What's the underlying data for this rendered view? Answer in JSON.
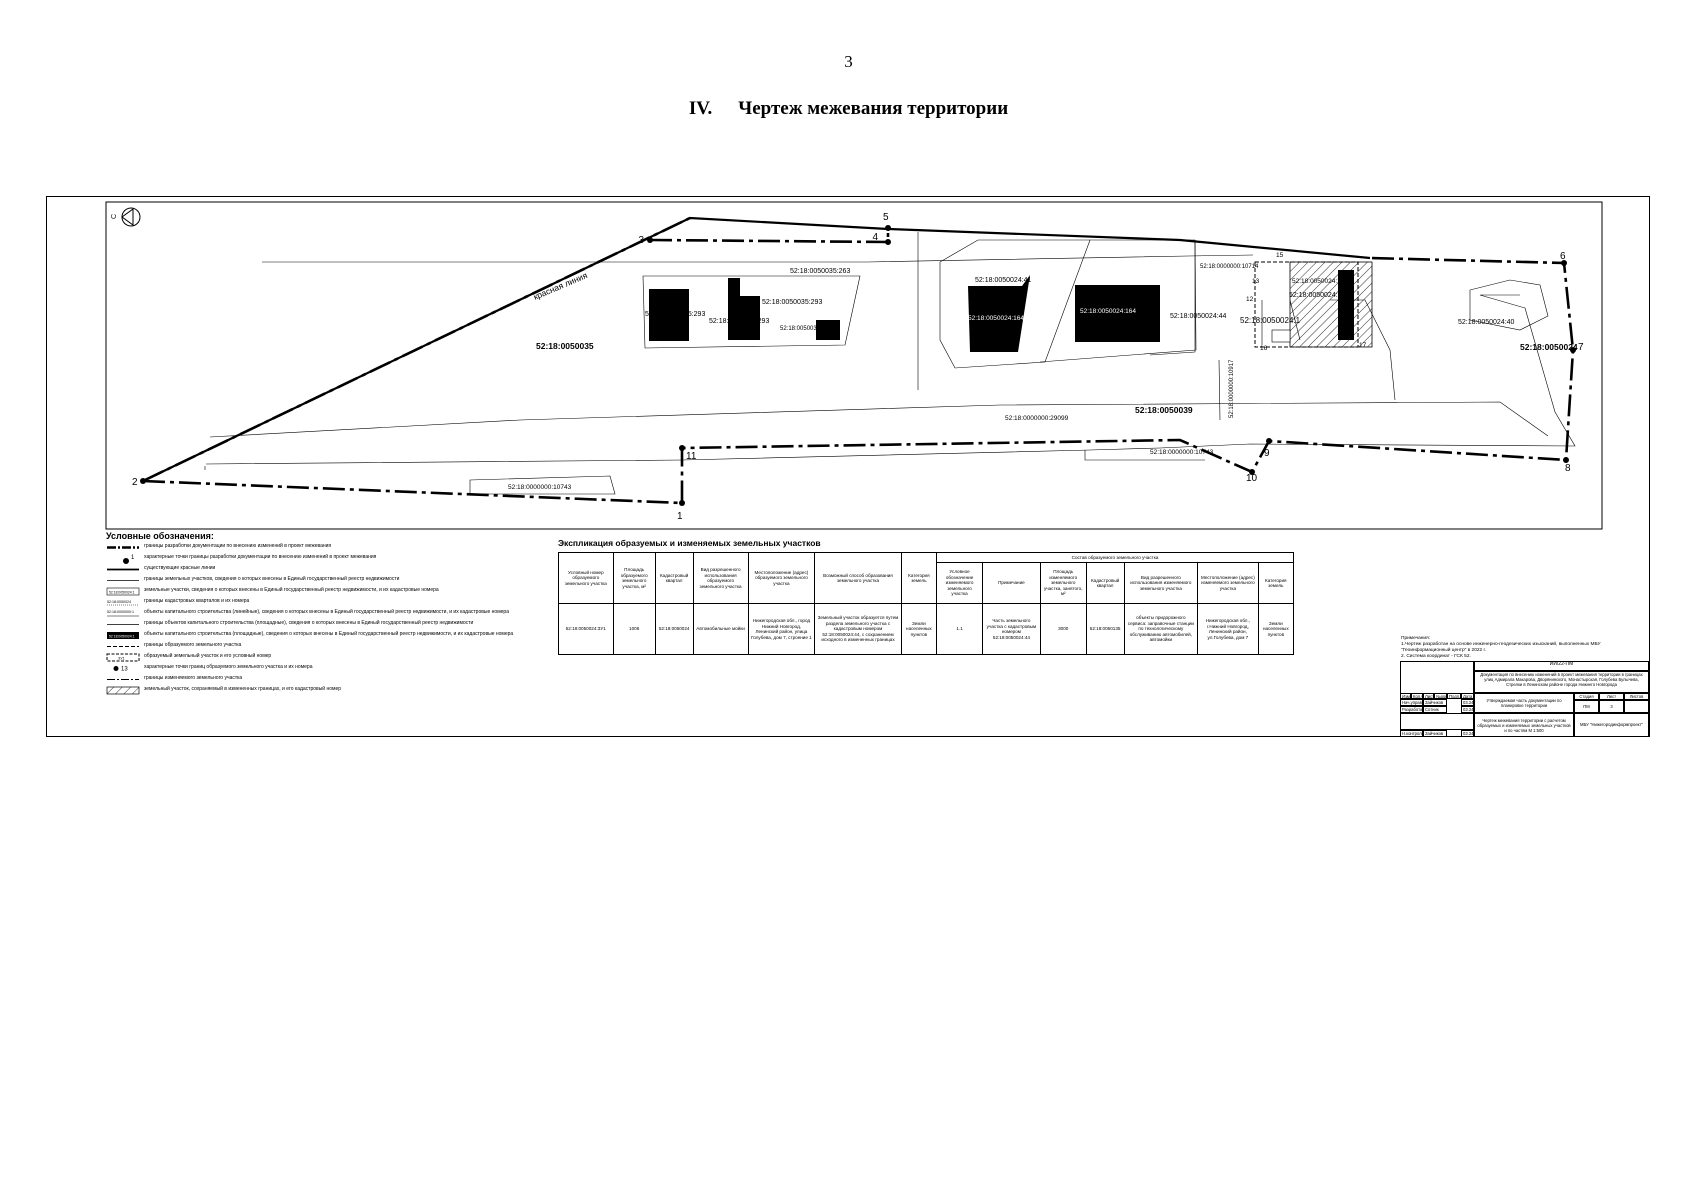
{
  "page": {
    "number": "3",
    "title_num": "IV.",
    "title_text": "Чертеж межевания территории"
  },
  "map": {
    "north_mark": "С",
    "red_line_label": "красная линия",
    "points": [
      "1",
      "2",
      "3",
      "4",
      "5",
      "6",
      "7",
      "8",
      "9",
      "10",
      "11",
      "12",
      "13",
      "15",
      "16",
      "17"
    ],
    "blocks": [
      "52:18:0050035",
      "52:18:0050039",
      "52:18:0050024"
    ],
    "parcels": [
      "52:18:0050035:293",
      "52:18:0050035:263",
      "52:18:0050035:293",
      "52:18:0050035:293",
      "52:18:0050035:293",
      "52:18:0050024:41",
      "52:18:0050024:164",
      "52:18:0050024:44",
      "52:18:0050024:1",
      "52:18:0050024:371",
      "52:18:0050024:40",
      "52:18:0050024:164",
      "52:18:0000000:10714",
      "52:18:0000000:29099",
      "52:18:0000000:10743",
      "52:18:0000000:10743",
      "52:18:0000000:10917",
      "52:18:0050024:164"
    ]
  },
  "legend": {
    "title": "Условные обозначения:",
    "items": [
      "границы разработки документации по внесению изменений в проект межевания",
      "характерные точки границы разработки документации по внесению изменений в проект межевания",
      "существующие красные линии",
      "границы земельных участков, сведения о которых внесены в Единый государственный реестр недвижимости",
      "земельные участки, сведения о которых внесены в Единый государственный реестр недвижимости, и их кадастровые номера",
      "границы кадастровых кварталов и их номера",
      "объекты капитального строительства (линейные), сведения о которых внесены в Единый государственный реестр недвижимости, и их кадастровые номера",
      "границы объектов капитального строительства (площадные), сведения о которых внесены в Единый государственный реестр недвижимости",
      "объекты капитального строительства (площадные), сведения о которых внесены в Единый государственный реестр недвижимости, и их кадастровые номера",
      "границы образуемого земельного участка",
      "образуемый земельный участок и его условный номер",
      "характерные точки границ образуемого земельного участка и их номера",
      "границы изменяемого земельного участка",
      "земельный участок, сохраняемый в измененных границах, и его кадастровый номер"
    ],
    "point_sample_1": "1",
    "point_sample_13": "13",
    "sample_label_1": "52:18:0050024:1",
    "sample_label_2": "52:18:0050024",
    "sample_label_3": "52:18:0000000:1",
    "sample_label_4": "52:18:0050024:1",
    "sample_label_5": "ЗУ1"
  },
  "explication": {
    "title": "Экспликация образуемых и изменяемых земельных участков",
    "group_header": "Состав образуемого земельного участка",
    "headers": [
      "Условный номер образуемого земельного участка",
      "Площадь образуемого земельного участка, м²",
      "Кадастровый квартал",
      "Вид разрешенного использования образуемого земельного участка",
      "Местоположение (адрес) образуемого земельного участка",
      "Возможный способ образования земельного участка",
      "Категория земель",
      "Условное обозначение изменяемого земельного участка",
      "Примечание",
      "Площадь изменяемого земельного участка, занятого, м²",
      "Кадастровый квартал",
      "Вид разрешенного использования изменяемого земельного участка",
      "Местоположение (адрес) изменяемого земельного участка",
      "Категория земель"
    ],
    "row": [
      "52:18:0050024:ЗУ1",
      "1006",
      "52:18:0050024",
      "Автомобильные мойки",
      "Нижегородская обл., город Нижний Новгород, Ленинский район, улица Голубева, дом 7, строение 1",
      "Земельный участок образуется путем раздела земельного участка с кадастровым номером 52:18:0050024:44, с сохранением исходного в измененных границах",
      "Земли населенных пунктов",
      "1.1",
      "Часть земельного участка с кадастровым номером 52:18:0050024:44",
      "3000",
      "52:18:0050135",
      "объекты придорожного сервиса: заправочные станции по технологическому обслуживанию автомобилей, автомойки",
      "Нижегородская обл., г.Нижний Новгород, Ленинский район, ул.Голубева, дом 7",
      "Земли населенных пунктов"
    ]
  },
  "notes": {
    "title": "Примечания:",
    "line1": "1.Чертеж разработан на основе инженерно-геодезических изысканий, выполненных МБУ \"Геоинформационный центр\" в 2022 г.",
    "line2": "2. Система координат - ГСК 52."
  },
  "stamp": {
    "code": "ИИ/22-ПМ",
    "project": "Документация по внесению изменений в проект межевания территории в границах улиц Адмирала Макарова, Дворянинского, Монастырская, Голубева Булычева, Стрелки в Ленинском районе города Нижнего Новгорода",
    "section": "Утверждаемая часть документации по планировке территории",
    "sheet_title": "Чертеж межевания территории с расчетом образуемых и изменяемых земельных участков и по частям М 1:500",
    "org": "МБУ \"Нижегородинформпроект\"",
    "col_labels": [
      "Изм.",
      "Кол.уч",
      "Лист",
      "№док.",
      "Подп.",
      "Дата"
    ],
    "roles": [
      "Нач.управ.",
      "Разработал",
      "Н.контроль"
    ],
    "names": [
      "Зайчиков",
      "Сотник",
      "Зайчиков"
    ],
    "dates": [
      "03.24",
      "03.24",
      "03.24"
    ],
    "stage_labels": [
      "Стадия",
      "Лист",
      "Листов"
    ],
    "stage_values": [
      "ПМ",
      "3",
      ""
    ]
  }
}
